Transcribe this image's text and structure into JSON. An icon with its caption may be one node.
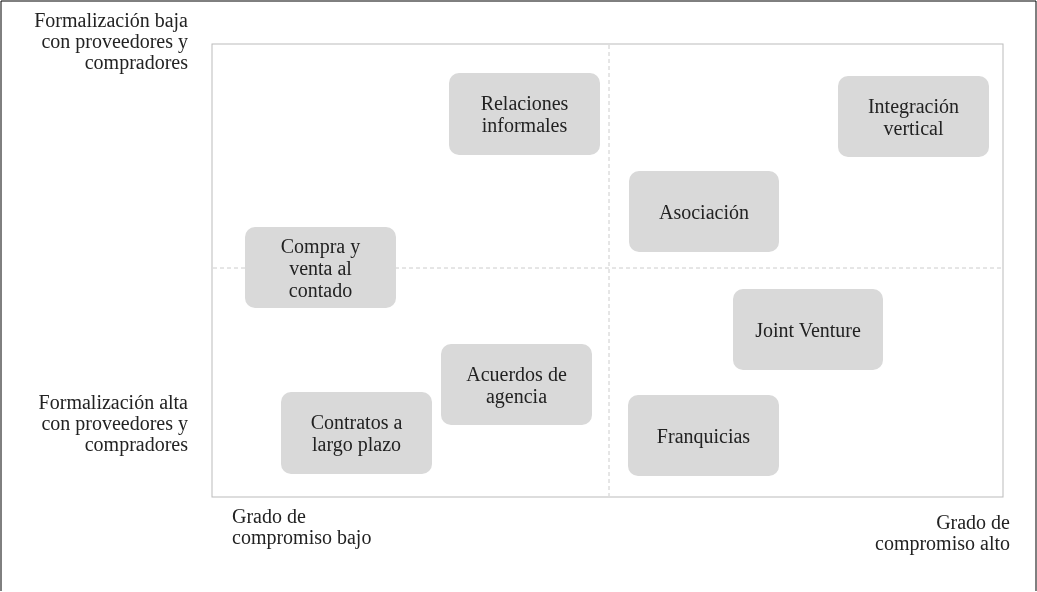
{
  "diagram": {
    "nodes": [
      {
        "text": [
          "Relaciones informales"
        ]
      },
      {
        "text": [
          "Integración vertical"
        ]
      },
      {
        "text": [
          "Asociación"
        ]
      },
      {
        "text": [
          "Compra y venta al contado"
        ]
      },
      {
        "text": [
          "Joint Venture"
        ]
      },
      {
        "text": [
          "Acuerdos de agencia"
        ]
      },
      {
        "text": [
          "Contratos a largo plazo"
        ]
      },
      {
        "text": [
          "Franquicias"
        ]
      }
    ],
    "labels": [
      "Formalización baja con proveedores y compradores",
      "Formalización alta con proveedores y compradores",
      "Grado de compromiso bajo",
      "Grado de compromiso alto"
    ]
  }
}
